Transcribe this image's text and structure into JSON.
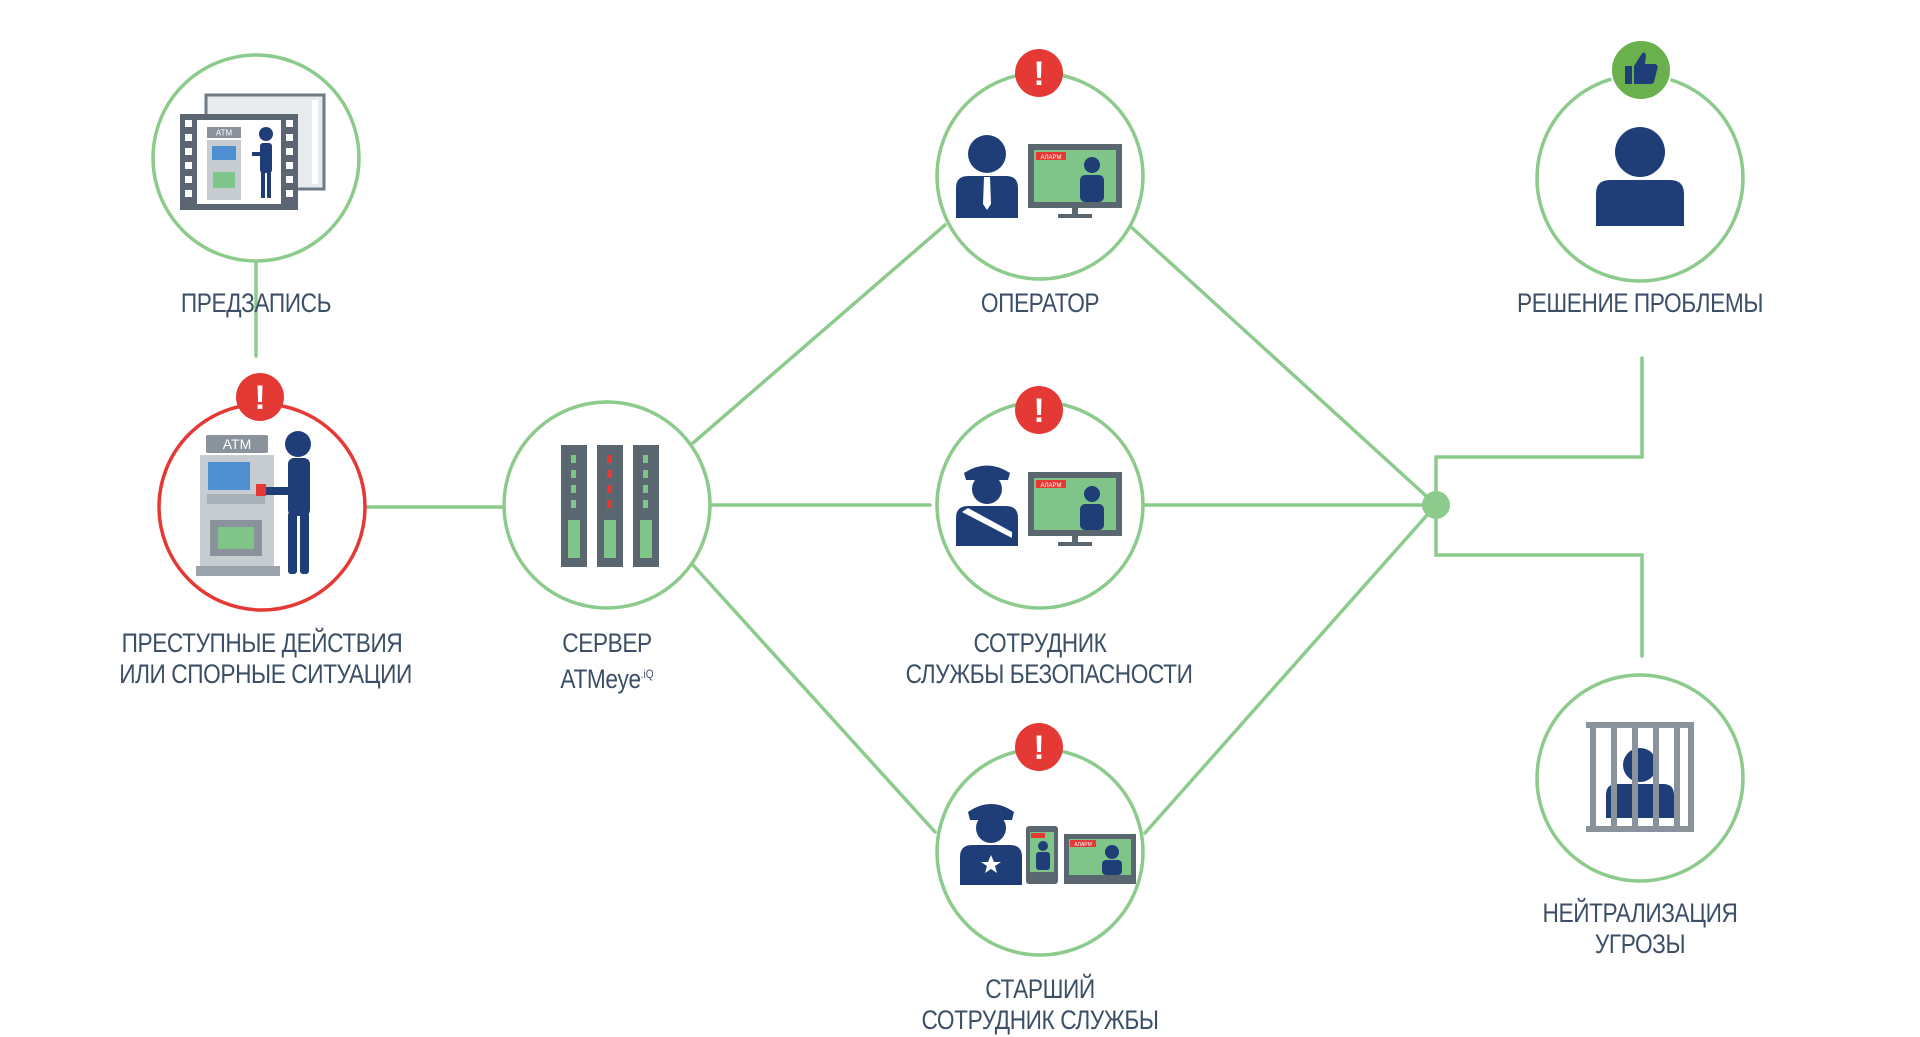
{
  "colors": {
    "connector": "#8ccb8c",
    "ring_default": "#8ccb8c",
    "ring_alert": "#e53935",
    "alert_badge": "#e53935",
    "success_badge": "#6ab04c",
    "figure": "#1f3e78",
    "device_gray": "#5a6670",
    "screen_green": "#7fc58a",
    "label_text": "#3d4f66"
  },
  "nodes": {
    "prerecord": {
      "label_lines": [
        "ПРЕДЗАПИСЬ"
      ],
      "icon": "atm-video-film-icon"
    },
    "incident": {
      "label_lines": [
        "ПРЕСТУПНЫЕ  ДЕЙСТВИЯ",
        "ИЛИ  СПОРНЫЕ  СИТУАЦИИ"
      ],
      "icon": "atm-user-icon",
      "atm_text": "ATM",
      "badge": "!"
    },
    "server": {
      "label_line1": "СЕРВЕР",
      "label_line2": "ATMeye",
      "label_sup": ".iQ",
      "icon": "server-racks-icon"
    },
    "operator": {
      "label_lines": [
        "ОПЕРАТОР"
      ],
      "icon": "operator-monitor-icon",
      "screen_text": "АЛАРМ",
      "badge": "!"
    },
    "security": {
      "label_lines": [
        "СОТРУДНИК",
        "СЛУЖБЫ БЕЗОПАСНОСТИ"
      ],
      "icon": "security-guard-monitor-icon",
      "screen_text": "АЛАРМ",
      "badge": "!"
    },
    "senior": {
      "label_lines": [
        "СТАРШИЙ",
        "СОТРУДНИК СЛУЖБЫ"
      ],
      "icon": "police-officer-devices-icon",
      "screen_text": "АЛАРМ",
      "badge": "!"
    },
    "resolution": {
      "label_lines": [
        "РЕШЕНИЕ ПРОБЛЕМЫ"
      ],
      "icon": "person-icon",
      "badge_icon": "thumbs-up-icon"
    },
    "neutralize": {
      "label_lines": [
        "НЕЙТРАЛИЗАЦИЯ",
        "УГРОЗЫ"
      ],
      "icon": "person-behind-bars-icon"
    }
  }
}
